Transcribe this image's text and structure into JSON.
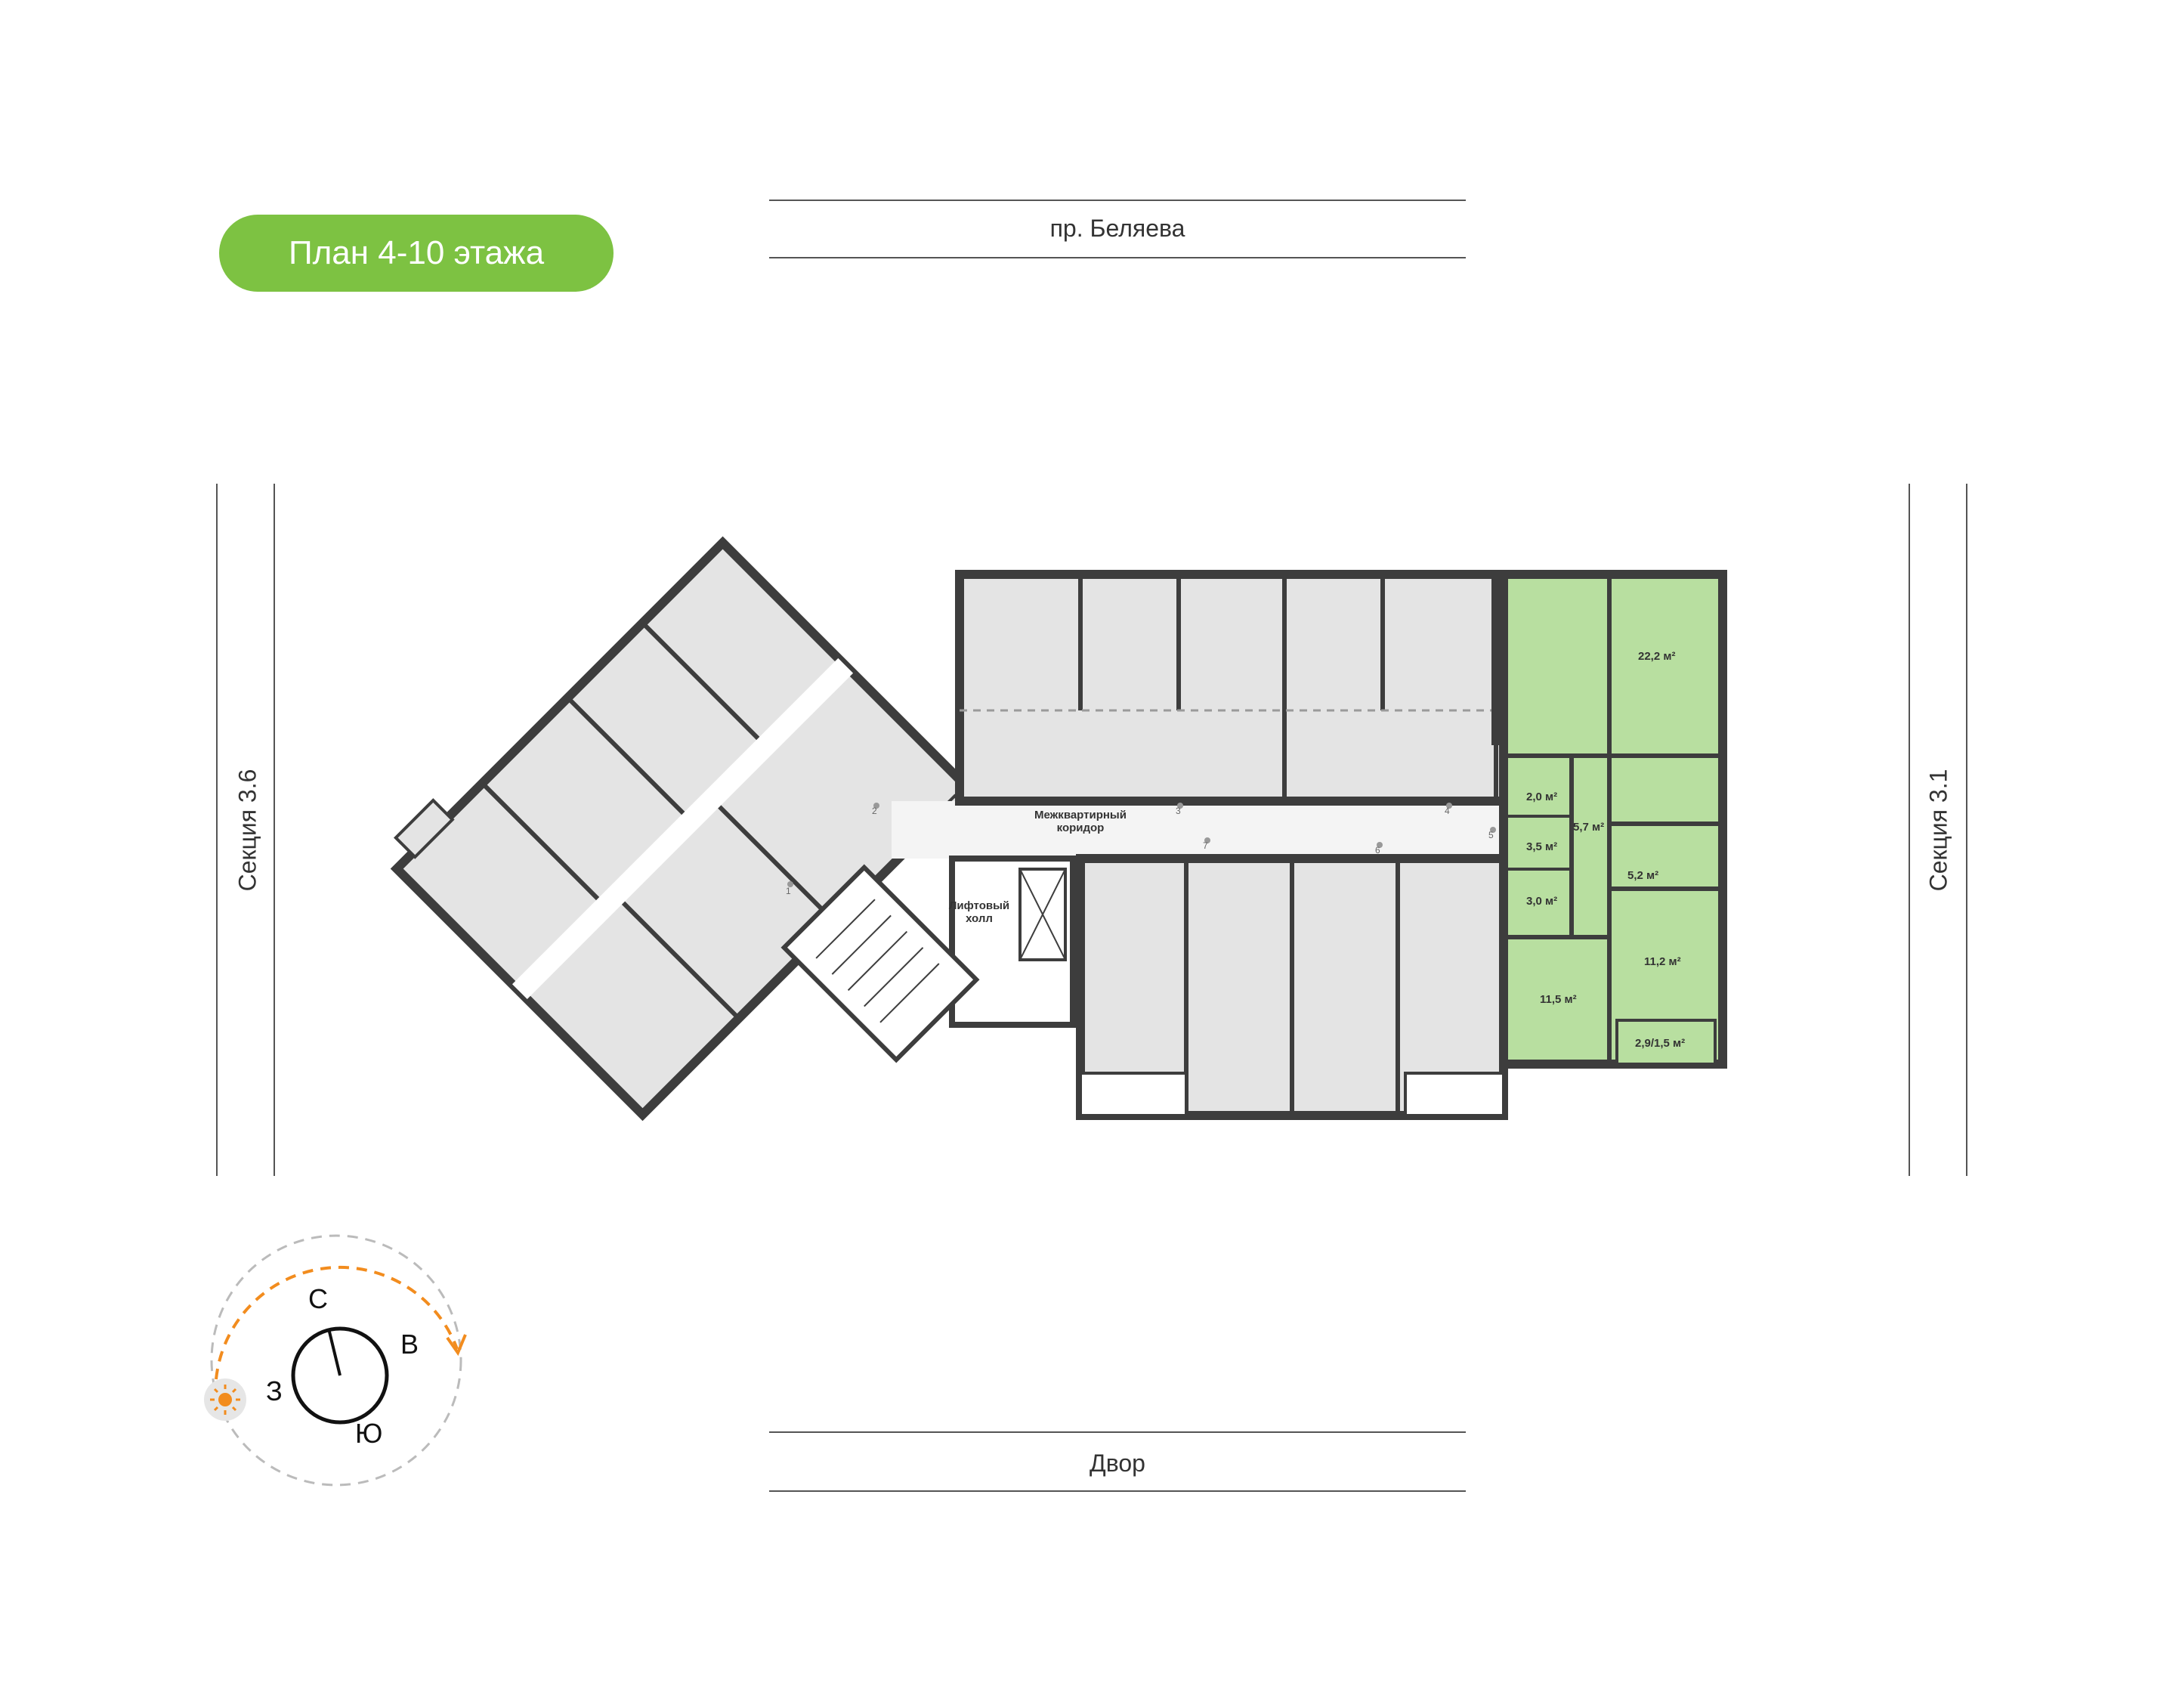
{
  "floor_plan": {
    "title": "План 4-10 этажа",
    "accent_color": "#7dc242",
    "highlight_color": "#b8dfa0",
    "wall_color": "#3d3d3d",
    "room_color": "#e4e4e4"
  },
  "streets": {
    "top": "пр. Беляева",
    "bottom": "Двор",
    "left": "Секция 3.6",
    "right": "Секция 3.1"
  },
  "corridor": {
    "label_line1": "Межквартирный",
    "label_line2": "коридор",
    "lift_line1": "Лифтовый",
    "lift_line2": "холл",
    "door_numbers": [
      "1",
      "2",
      "3",
      "4",
      "5",
      "6",
      "7"
    ]
  },
  "highlighted_apartment": {
    "rooms": [
      {
        "area": "22,2 м²"
      },
      {
        "area": "2,0 м²"
      },
      {
        "area": "5,7 м²"
      },
      {
        "area": "3,5 м²"
      },
      {
        "area": "5,2 м²"
      },
      {
        "area": "3,0 м²"
      },
      {
        "area": "11,2 м²"
      },
      {
        "area": "11,5 м²"
      },
      {
        "area": "2,9/1,5 м²"
      }
    ]
  },
  "compass": {
    "north": "С",
    "east": "В",
    "south": "Ю",
    "west": "З",
    "sun_color": "#f28c1e",
    "sun_icon": "sun-icon"
  }
}
